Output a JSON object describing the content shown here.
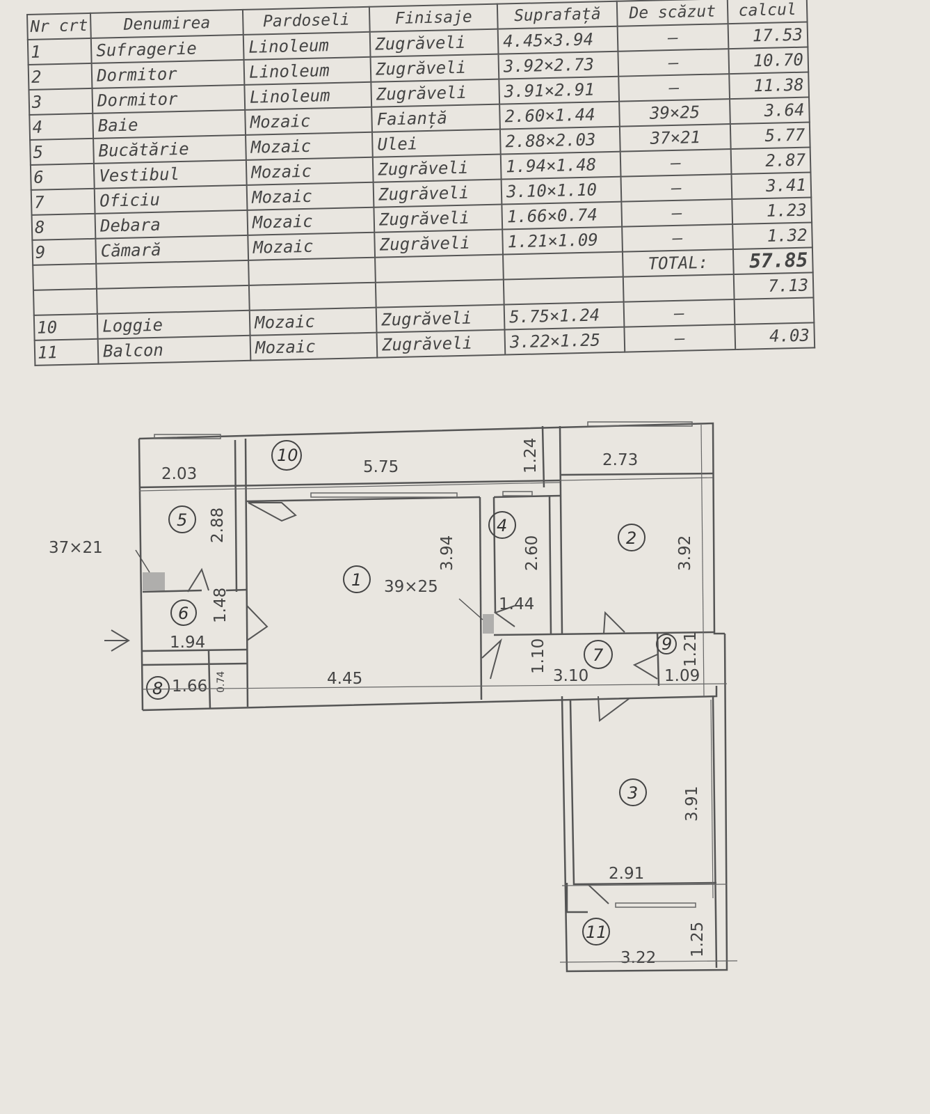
{
  "table": {
    "headers": {
      "nr": "Nr crt",
      "name": "Denumirea",
      "floor": "Pardoseli",
      "finish": "Finisaje",
      "dims": "Suprafață",
      "deduct": "De scăzut",
      "area": "calcul"
    },
    "rows": [
      {
        "nr": "1",
        "name": "Sufragerie",
        "floor": "Linoleum",
        "finish": "Zugrăveli",
        "dims": "4.45×3.94",
        "deduct": "–",
        "area": "17.53"
      },
      {
        "nr": "2",
        "name": "Dormitor",
        "floor": "Linoleum",
        "finish": "Zugrăveli",
        "dims": "3.92×2.73",
        "deduct": "–",
        "area": "10.70"
      },
      {
        "nr": "3",
        "name": "Dormitor",
        "floor": "Linoleum",
        "finish": "Zugrăveli",
        "dims": "3.91×2.91",
        "deduct": "–",
        "area": "11.38"
      },
      {
        "nr": "4",
        "name": "Baie",
        "floor": "Mozaic",
        "finish": "Faianță",
        "dims": "2.60×1.44",
        "deduct": "39×25",
        "area": "3.64"
      },
      {
        "nr": "5",
        "name": "Bucătărie",
        "floor": "Mozaic",
        "finish": "Ulei",
        "dims": "2.88×2.03",
        "deduct": "37×21",
        "area": "5.77"
      },
      {
        "nr": "6",
        "name": "Vestibul",
        "floor": "Mozaic",
        "finish": "Zugrăveli",
        "dims": "1.94×1.48",
        "deduct": "–",
        "area": "2.87"
      },
      {
        "nr": "7",
        "name": "Oficiu",
        "floor": "Mozaic",
        "finish": "Zugrăveli",
        "dims": "3.10×1.10",
        "deduct": "–",
        "area": "3.41"
      },
      {
        "nr": "8",
        "name": "Debara",
        "floor": "Mozaic",
        "finish": "Zugrăveli",
        "dims": "1.66×0.74",
        "deduct": "–",
        "area": "1.23"
      },
      {
        "nr": "9",
        "name": "Cămară",
        "floor": "Mozaic",
        "finish": "Zugrăveli",
        "dims": "1.21×1.09",
        "deduct": "–",
        "area": "1.32"
      }
    ],
    "total_label": "TOTAL:",
    "total_value": "57.85",
    "loggia_area": "7.13",
    "extra_rows": [
      {
        "nr": "10",
        "name": "Loggie",
        "floor": "Mozaic",
        "finish": "Zugrăveli",
        "dims": "5.75×1.24",
        "deduct": "–"
      },
      {
        "nr": "11",
        "name": "Balcon",
        "floor": "Mozaic",
        "finish": "Zugrăveli",
        "dims": "3.22×1.25",
        "deduct": "–",
        "area": "4.03"
      }
    ]
  },
  "plan": {
    "rooms": [
      "1",
      "2",
      "3",
      "4",
      "5",
      "6",
      "7",
      "8",
      "9",
      "10",
      "11"
    ],
    "dims": {
      "kitchen_w": "2.03",
      "loggia_w": "5.75",
      "loggia_d": "1.24",
      "bed2_w": "2.73",
      "kitchen_h": "2.88",
      "living_h": "3.94",
      "bath_h": "2.60",
      "bed2_h": "3.92",
      "kitchen_deduct": "37×21",
      "bath_deduct": "39×25",
      "bath_w": "1.44",
      "vest_h": "1.48",
      "vest_w": "1.94",
      "office_h": "1.10",
      "pantry_h": "1.21",
      "living_w": "4.45",
      "office_w": "3.10",
      "pantry_w": "1.09",
      "closet_w": "1.66",
      "closet_h": "0.74",
      "bed3_h": "3.91",
      "bed3_w": "2.91",
      "balcony_d": "1.25",
      "balcony_w": "3.22"
    }
  }
}
